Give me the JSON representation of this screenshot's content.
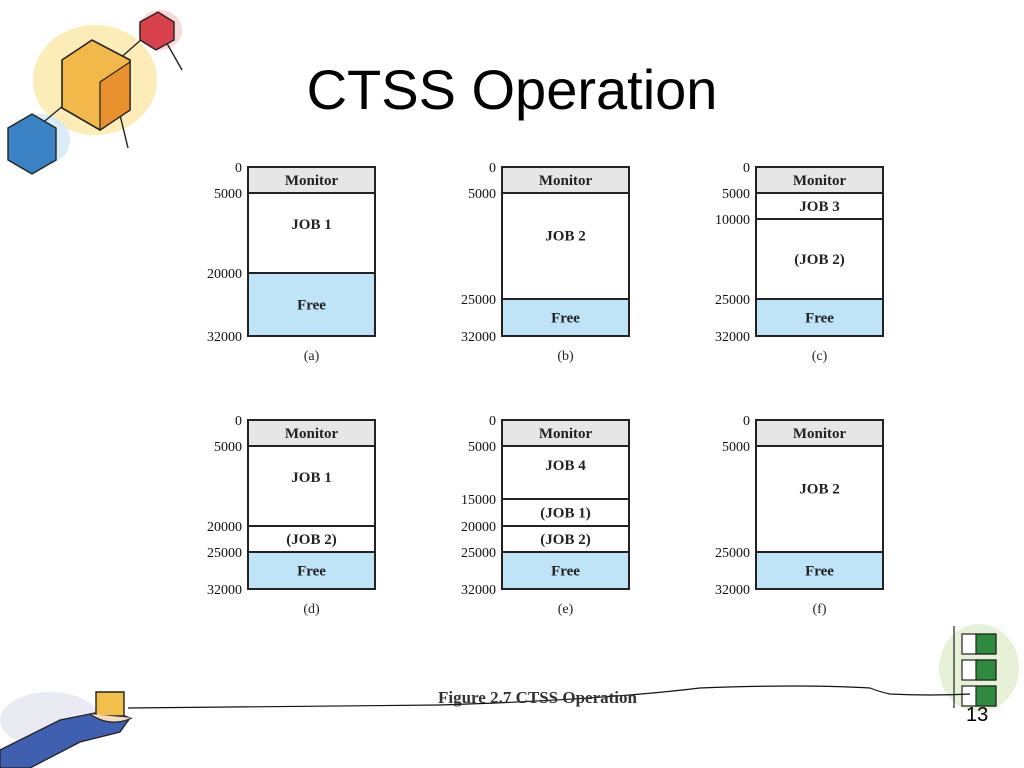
{
  "slide": {
    "title": "CTSS Operation",
    "figure_caption": "Figure 2.7  CTSS Operation",
    "page_number": "13"
  },
  "colors": {
    "monitor_fill": "#e6e6e6",
    "free_fill": "#bfe3f7",
    "job_fill": "#ffffff",
    "outline": "#222222"
  },
  "diagrams": [
    {
      "caption": "(a)",
      "segments": [
        {
          "label": "Monitor",
          "start": 0,
          "end": 5000,
          "kind": "monitor"
        },
        {
          "label": "JOB 1",
          "start": 5000,
          "end": 20000,
          "kind": "job",
          "label_pos": "upper"
        },
        {
          "label": "Free",
          "start": 20000,
          "end": 32000,
          "kind": "free"
        }
      ],
      "addresses": [
        "0",
        "5000",
        "20000",
        "32000"
      ]
    },
    {
      "caption": "(b)",
      "segments": [
        {
          "label": "Monitor",
          "start": 0,
          "end": 5000,
          "kind": "monitor"
        },
        {
          "label": "JOB 2",
          "start": 5000,
          "end": 25000,
          "kind": "job",
          "label_pos": "upper"
        },
        {
          "label": "Free",
          "start": 25000,
          "end": 32000,
          "kind": "free"
        }
      ],
      "addresses": [
        "0",
        "5000",
        "25000",
        "32000"
      ]
    },
    {
      "caption": "(c)",
      "segments": [
        {
          "label": "Monitor",
          "start": 0,
          "end": 5000,
          "kind": "monitor"
        },
        {
          "label": "JOB 3",
          "start": 5000,
          "end": 10000,
          "kind": "job"
        },
        {
          "label": "(JOB 2)",
          "start": 10000,
          "end": 25000,
          "kind": "job"
        },
        {
          "label": "Free",
          "start": 25000,
          "end": 32000,
          "kind": "free"
        }
      ],
      "addresses": [
        "0",
        "5000",
        "10000",
        "25000",
        "32000"
      ]
    },
    {
      "caption": "(d)",
      "segments": [
        {
          "label": "Monitor",
          "start": 0,
          "end": 5000,
          "kind": "monitor"
        },
        {
          "label": "JOB 1",
          "start": 5000,
          "end": 20000,
          "kind": "job",
          "label_pos": "upper"
        },
        {
          "label": "(JOB 2)",
          "start": 20000,
          "end": 25000,
          "kind": "job"
        },
        {
          "label": "Free",
          "start": 25000,
          "end": 32000,
          "kind": "free"
        }
      ],
      "addresses": [
        "0",
        "5000",
        "20000",
        "25000",
        "32000"
      ]
    },
    {
      "caption": "(e)",
      "segments": [
        {
          "label": "Monitor",
          "start": 0,
          "end": 5000,
          "kind": "monitor"
        },
        {
          "label": "JOB 4",
          "start": 5000,
          "end": 15000,
          "kind": "job",
          "label_pos": "upper"
        },
        {
          "label": "(JOB 1)",
          "start": 15000,
          "end": 20000,
          "kind": "job"
        },
        {
          "label": "(JOB 2)",
          "start": 20000,
          "end": 25000,
          "kind": "job"
        },
        {
          "label": "Free",
          "start": 25000,
          "end": 32000,
          "kind": "free"
        }
      ],
      "addresses": [
        "0",
        "5000",
        "15000",
        "20000",
        "25000",
        "32000"
      ]
    },
    {
      "caption": "(f)",
      "segments": [
        {
          "label": "Monitor",
          "start": 0,
          "end": 5000,
          "kind": "monitor"
        },
        {
          "label": "JOB 2",
          "start": 5000,
          "end": 25000,
          "kind": "job",
          "label_pos": "upper"
        },
        {
          "label": "Free",
          "start": 25000,
          "end": 32000,
          "kind": "free"
        }
      ],
      "addresses": [
        "0",
        "5000",
        "25000",
        "32000"
      ]
    }
  ]
}
